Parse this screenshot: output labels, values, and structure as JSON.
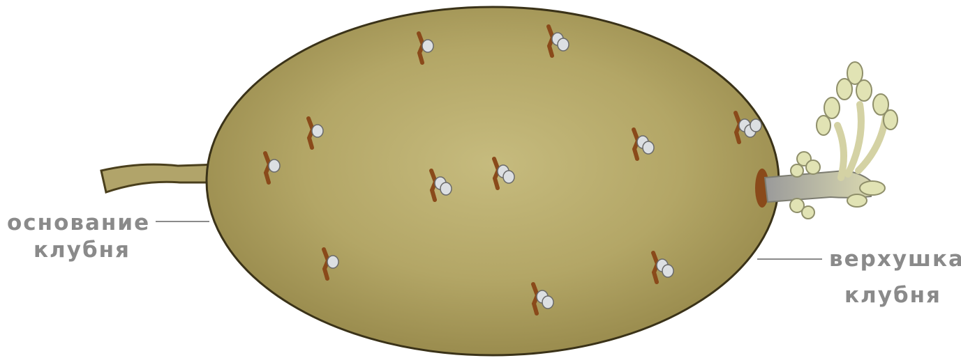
{
  "labels": {
    "base_line1": "основание",
    "base_line2": "клубня",
    "top_line1": "верхушка",
    "top_line2": "клубня"
  },
  "colors": {
    "tuber": "#a89a5a",
    "tuber_light": "#c3b87a",
    "outline": "#3a3218",
    "eye": "#8a4a1a",
    "bud": "#d8dce0",
    "sprout": "#c7c79a",
    "leader_line": "#8a8a8a"
  }
}
